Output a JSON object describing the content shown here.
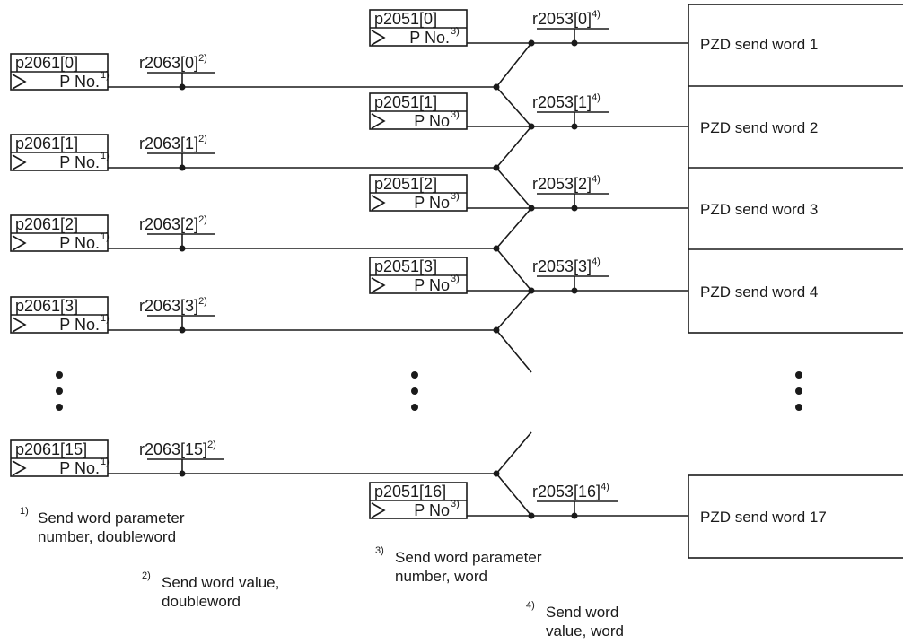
{
  "doubleword_blocks": [
    {
      "param": "p2061[0]",
      "pno": "P No.",
      "pno_sup": "1)",
      "value": "r2063[0]",
      "value_sup": "2)"
    },
    {
      "param": "p2061[1]",
      "pno": "P No.",
      "pno_sup": "1)",
      "value": "r2063[1]",
      "value_sup": "2)"
    },
    {
      "param": "p2061[2]",
      "pno": "P No.",
      "pno_sup": "1)",
      "value": "r2063[2]",
      "value_sup": "2)"
    },
    {
      "param": "p2061[3]",
      "pno": "P No.",
      "pno_sup": "1)",
      "value": "r2063[3]",
      "value_sup": "2)"
    },
    {
      "param": "p2061[15]",
      "pno": "P No.",
      "pno_sup": "1)",
      "value": "r2063[15]",
      "value_sup": "2)"
    }
  ],
  "word_blocks": [
    {
      "param": "p2051[0]",
      "pno": "P No.",
      "pno_sup": "3)",
      "value": "r2053[0]",
      "value_sup": "4)",
      "send_word": "PZD send word 1"
    },
    {
      "param": "p2051[1]",
      "pno": "P No",
      "pno_sup": "3)",
      "value": "r2053[1]",
      "value_sup": "4)",
      "send_word": "PZD send word 2"
    },
    {
      "param": "p2051[2]",
      "pno": "P No",
      "pno_sup": "3)",
      "value": "r2053[2]",
      "value_sup": "4)",
      "send_word": "PZD send word 3"
    },
    {
      "param": "p2051[3]",
      "pno": "P No",
      "pno_sup": "3)",
      "value": "r2053[3]",
      "value_sup": "4)",
      "send_word": "PZD send word 4"
    },
    {
      "param": "p2051[16]",
      "pno": "P No",
      "pno_sup": "3)",
      "value": "r2053[16]",
      "value_sup": "4)",
      "send_word": "PZD send word 17"
    }
  ],
  "footnotes": [
    {
      "mark": "1)",
      "lines": [
        "Send word parameter",
        "number, doubleword"
      ]
    },
    {
      "mark": "2)",
      "lines": [
        "Send word value,",
        "doubleword"
      ]
    },
    {
      "mark": "3)",
      "lines": [
        "Send word parameter",
        "number, word"
      ]
    },
    {
      "mark": "4)",
      "lines": [
        "Send word",
        "value, word"
      ]
    }
  ]
}
